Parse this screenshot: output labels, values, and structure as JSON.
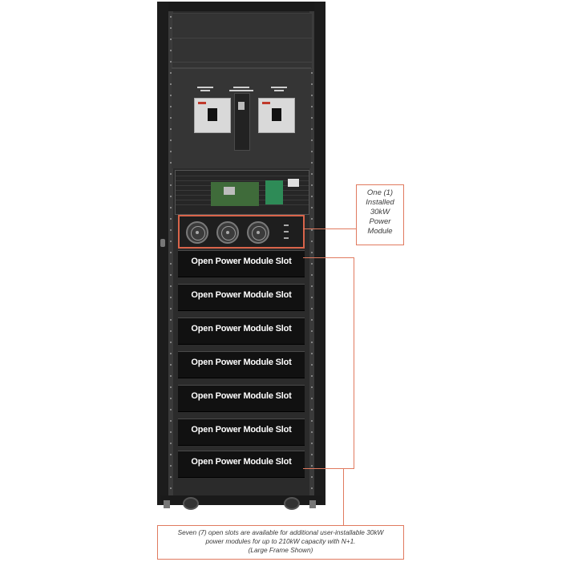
{
  "slots": [
    {
      "label": "Open Power Module Slot"
    },
    {
      "label": "Open Power Module Slot"
    },
    {
      "label": "Open Power Module Slot"
    },
    {
      "label": "Open Power Module Slot"
    },
    {
      "label": "Open Power Module Slot"
    },
    {
      "label": "Open Power Module Slot"
    },
    {
      "label": "Open Power Module Slot"
    }
  ],
  "callouts": {
    "installed": {
      "lines": [
        "One (1)",
        "Installed",
        "30kW",
        "Power",
        "Module"
      ]
    },
    "open_slots": {
      "lines": [
        "Seven (7) open slots are available for additional user-installable 30kW",
        "power modules for up to 210kW capacity with N+1.",
        "(Large Frame Shown)"
      ]
    }
  },
  "colors": {
    "callout_border": "#e07a5f",
    "cabinet": "#2b2b2b",
    "slot_fill": "#111111",
    "slot_text": "#ffffff"
  },
  "icons": [
    "fan-icon",
    "breaker-icon",
    "caster-wheel-icon"
  ]
}
